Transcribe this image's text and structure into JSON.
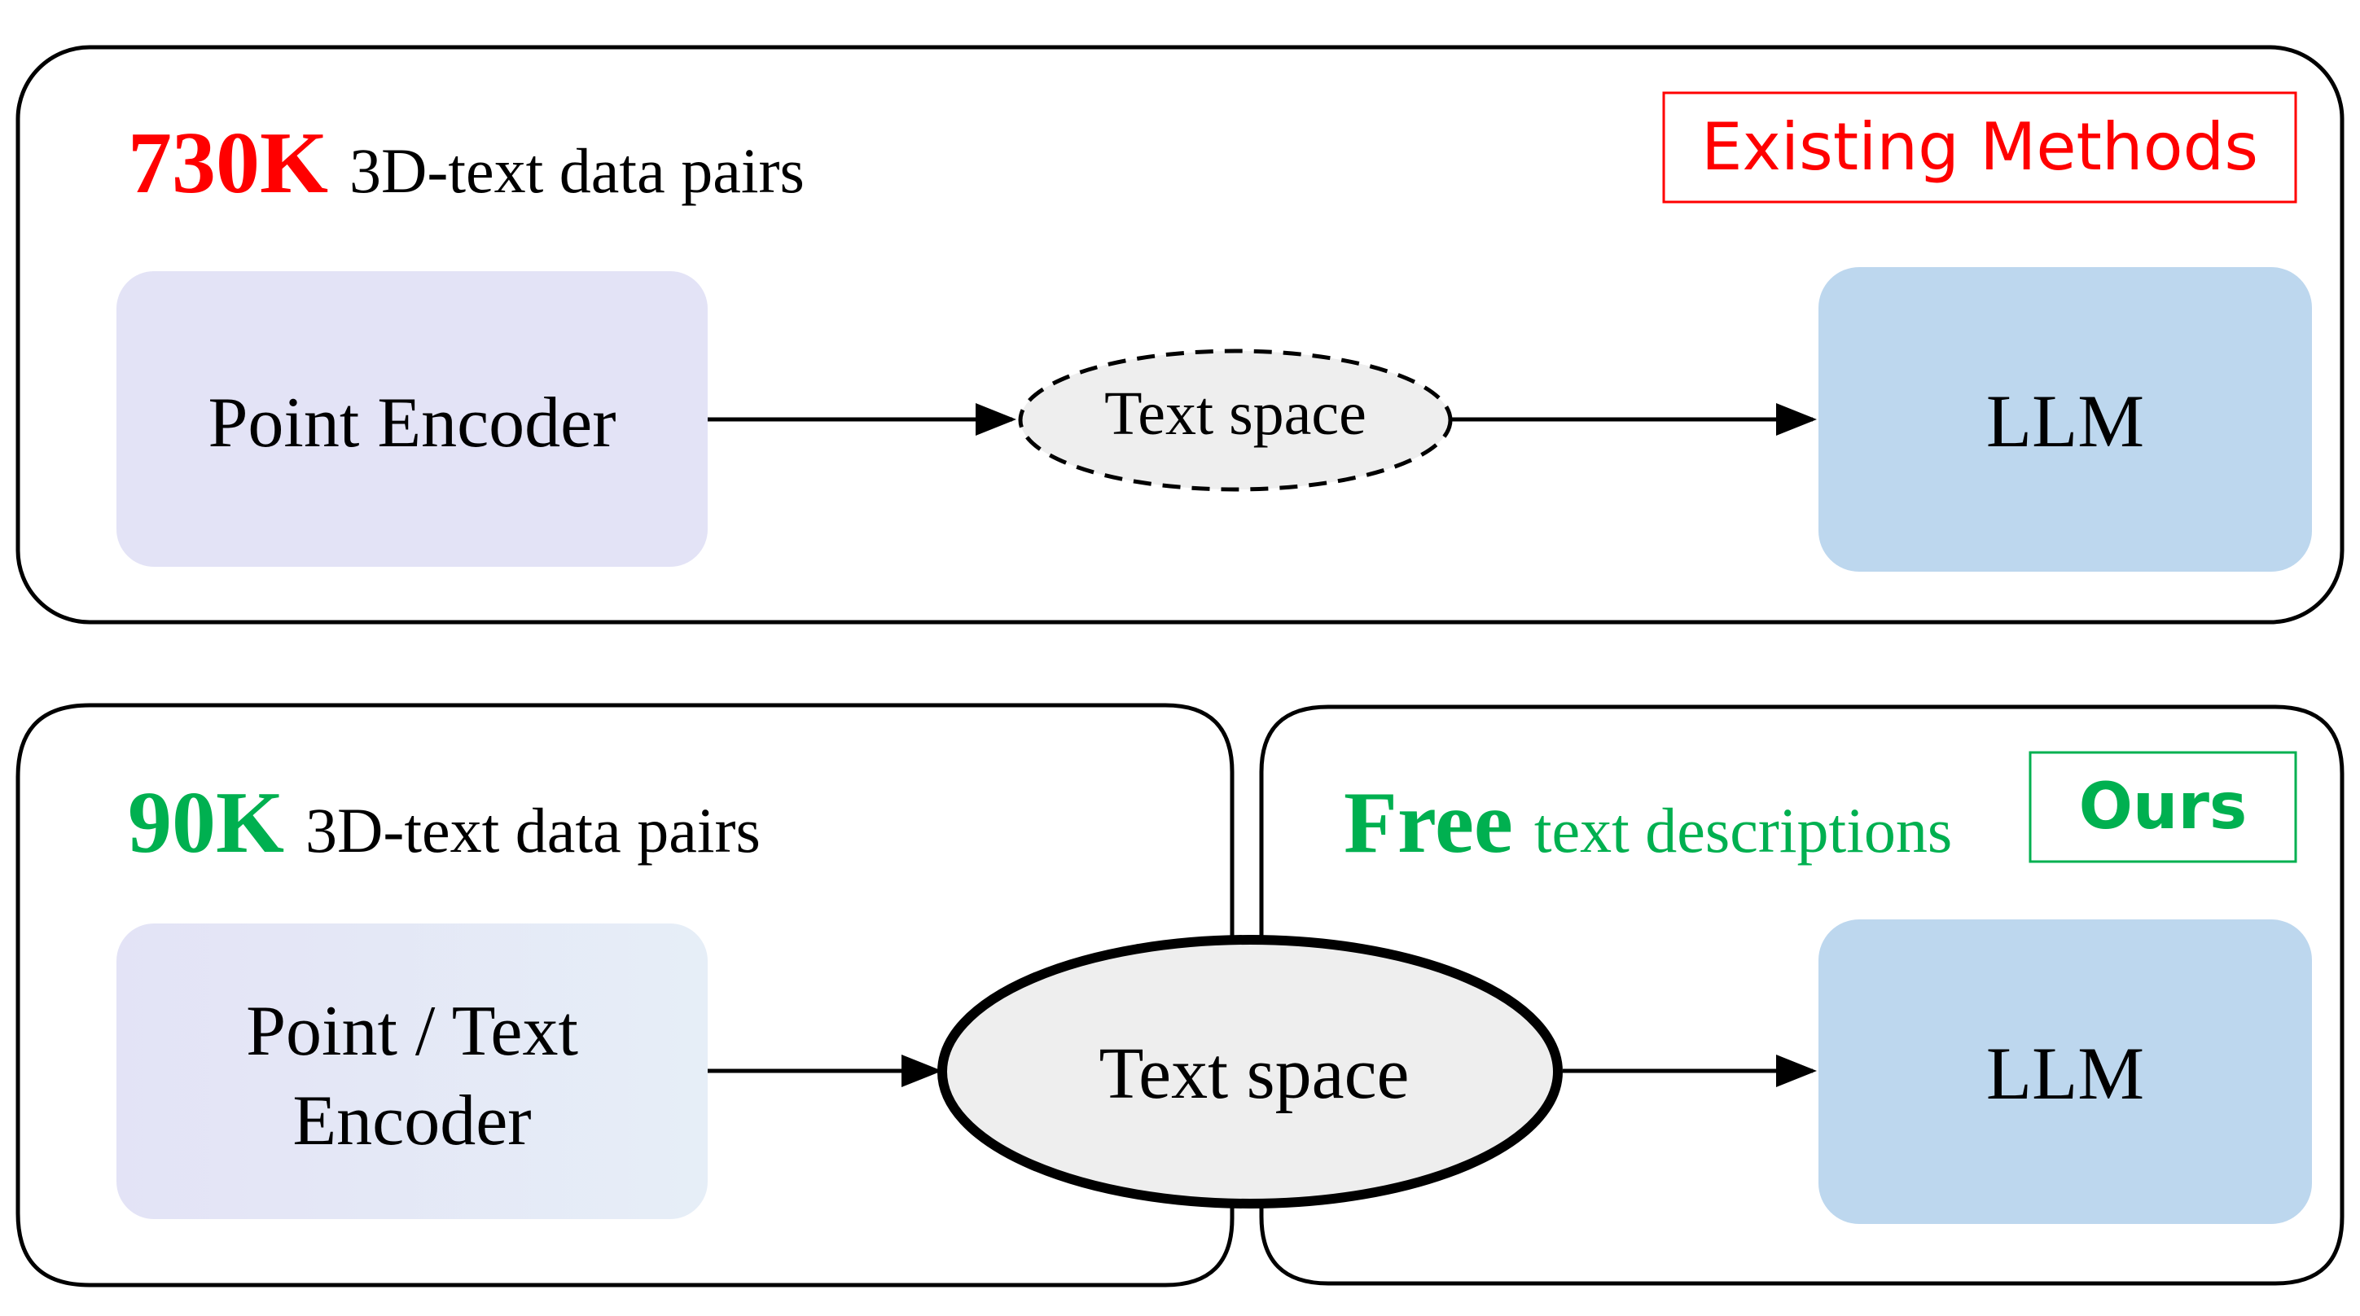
{
  "top_panel": {
    "heading_number": "730K",
    "heading_text": "3D-text data pairs",
    "badge": "Existing Methods",
    "encoder_label": "Point Encoder",
    "middle_label": "Text space",
    "llm_label": "LLM"
  },
  "bottom_panel": {
    "left_heading_number": "90K",
    "left_heading_text": "3D-text data pairs",
    "right_heading_word": "Free",
    "right_heading_text": "text descriptions",
    "badge": "Ours",
    "encoder_label_line1": "Point / Text",
    "encoder_label_line2": "Encoder",
    "middle_label": "Text space",
    "llm_label": "LLM"
  },
  "colors": {
    "red": "#ff0000",
    "green": "#00b050",
    "encoder_fill": "#e3e3f6",
    "encoder_gradient_end": "#e6eef7",
    "llm_fill": "#bdd7ee",
    "text_space_fill": "#eeeeee",
    "stroke": "#000000"
  }
}
